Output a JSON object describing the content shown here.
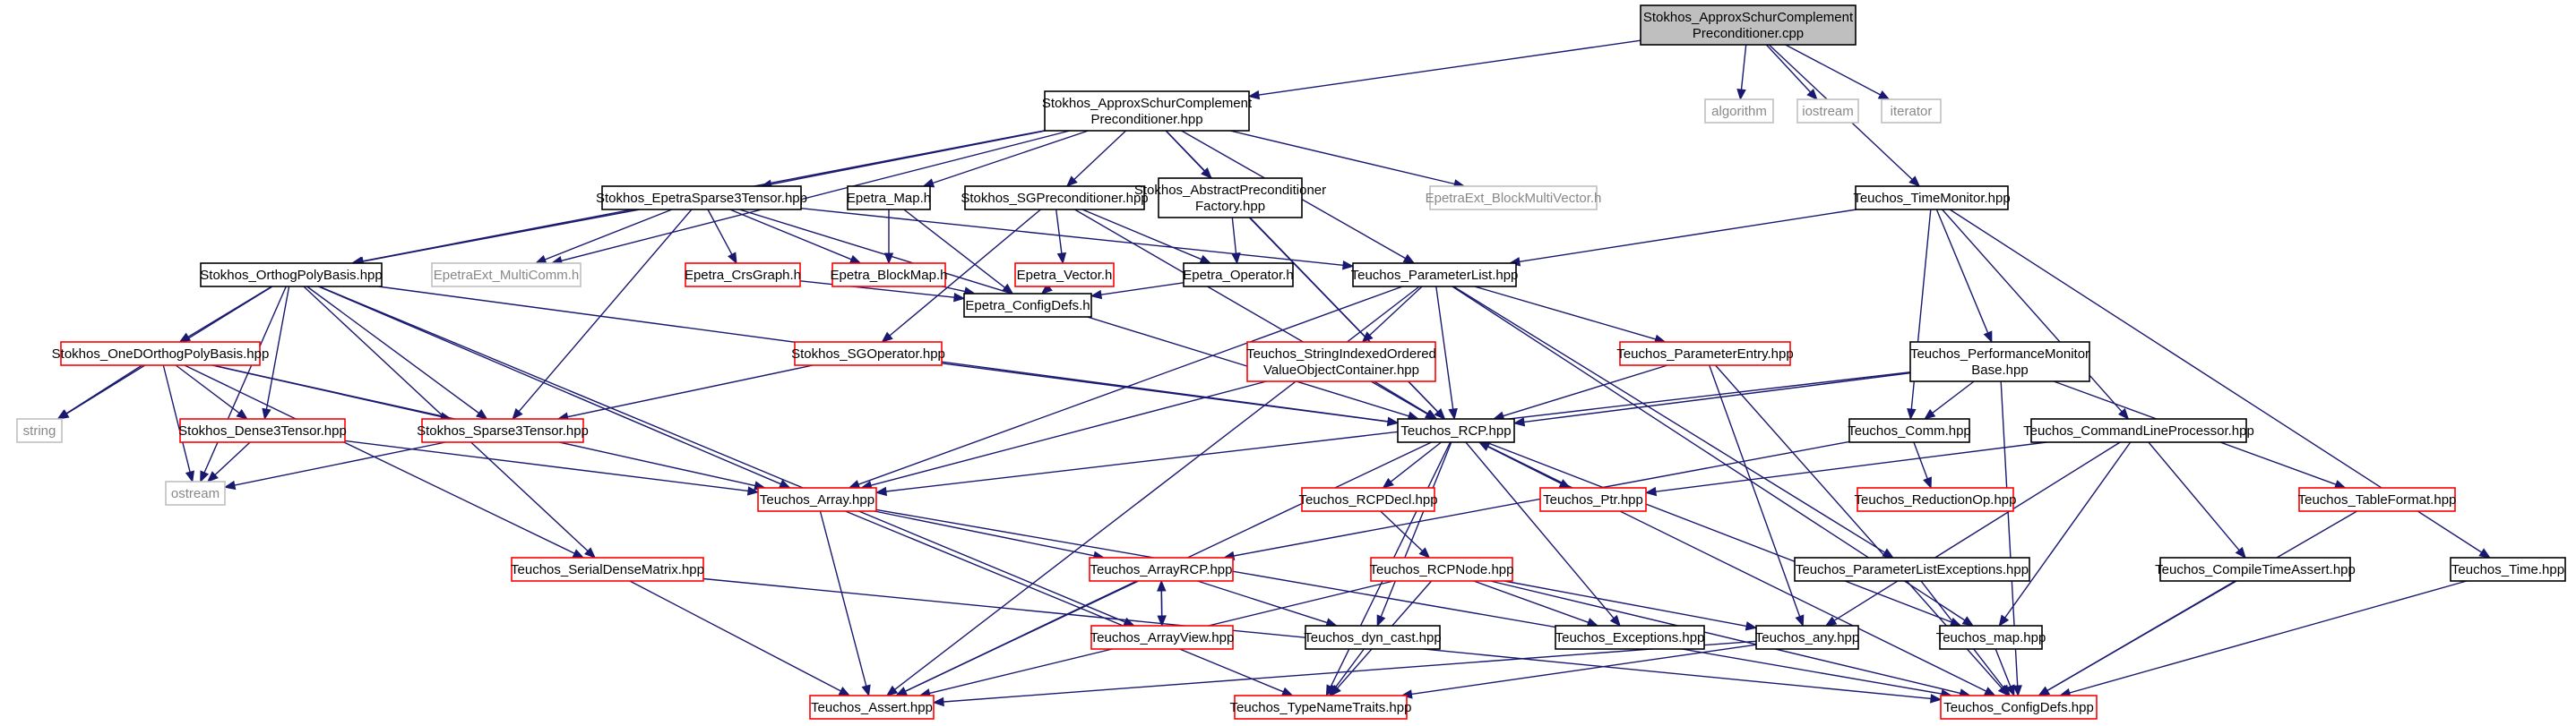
{
  "title": "",
  "colors": {
    "root_fill": "#bfbfbf",
    "root_border": "#000000",
    "documented_border": "#000000",
    "undocumented_border": "#ff0000",
    "external_border": "#bfbfbf",
    "external_text": "#888888",
    "edge": "#191970"
  },
  "nodes": [
    {
      "id": "root",
      "label": "Stokhos_ApproxSchurComplement\nPreconditioner.cpp",
      "kind": "root"
    },
    {
      "id": "hpp",
      "label": "Stokhos_ApproxSchurComplement\nPreconditioner.hpp",
      "kind": "doc"
    },
    {
      "id": "algorithm",
      "label": "algorithm",
      "kind": "ext"
    },
    {
      "id": "iostream",
      "label": "iostream",
      "kind": "ext"
    },
    {
      "id": "iterator",
      "label": "iterator",
      "kind": "ext"
    },
    {
      "id": "timemonitor",
      "label": "Teuchos_TimeMonitor.hpp",
      "kind": "doc"
    },
    {
      "id": "epsparse",
      "label": "Stokhos_EpetraSparse3Tensor.hpp",
      "kind": "doc"
    },
    {
      "id": "epmap",
      "label": "Epetra_Map.h",
      "kind": "doc"
    },
    {
      "id": "sgprec",
      "label": "Stokhos_SGPreconditioner.hpp",
      "kind": "doc"
    },
    {
      "id": "absprec",
      "label": "Stokhos_AbstractPreconditioner\nFactory.hpp",
      "kind": "doc"
    },
    {
      "id": "extblock",
      "label": "EpetraExt_BlockMultiVector.h",
      "kind": "ext"
    },
    {
      "id": "orthog",
      "label": "Stokhos_OrthogPolyBasis.hpp",
      "kind": "doc"
    },
    {
      "id": "multicomm",
      "label": "EpetraExt_MultiComm.h",
      "kind": "ext"
    },
    {
      "id": "crsgraph",
      "label": "Epetra_CrsGraph.h",
      "kind": "red"
    },
    {
      "id": "blockmap",
      "label": "Epetra_BlockMap.h",
      "kind": "red"
    },
    {
      "id": "epvector",
      "label": "Epetra_Vector.h",
      "kind": "red"
    },
    {
      "id": "epoperator",
      "label": "Epetra_Operator.h",
      "kind": "doc"
    },
    {
      "id": "paramlist",
      "label": "Teuchos_ParameterList.hpp",
      "kind": "doc"
    },
    {
      "id": "configdefs_ep",
      "label": "Epetra_ConfigDefs.h",
      "kind": "doc"
    },
    {
      "id": "oned",
      "label": "Stokhos_OneDOrthogPolyBasis.hpp",
      "kind": "red"
    },
    {
      "id": "sgoperator",
      "label": "Stokhos_SGOperator.hpp",
      "kind": "red"
    },
    {
      "id": "stringidx",
      "label": "Teuchos_StringIndexedOrdered\nValueObjectContainer.hpp",
      "kind": "red"
    },
    {
      "id": "paramentry",
      "label": "Teuchos_ParameterEntry.hpp",
      "kind": "red"
    },
    {
      "id": "perfmon",
      "label": "Teuchos_PerformanceMonitor\nBase.hpp",
      "kind": "doc"
    },
    {
      "id": "string",
      "label": "string",
      "kind": "ext"
    },
    {
      "id": "dense3",
      "label": "Stokhos_Dense3Tensor.hpp",
      "kind": "red"
    },
    {
      "id": "sparse3",
      "label": "Stokhos_Sparse3Tensor.hpp",
      "kind": "red"
    },
    {
      "id": "rcp",
      "label": "Teuchos_RCP.hpp",
      "kind": "doc"
    },
    {
      "id": "comm",
      "label": "Teuchos_Comm.hpp",
      "kind": "doc"
    },
    {
      "id": "cmdline",
      "label": "Teuchos_CommandLineProcessor.hpp",
      "kind": "doc"
    },
    {
      "id": "ostream",
      "label": "ostream",
      "kind": "ext"
    },
    {
      "id": "array",
      "label": "Teuchos_Array.hpp",
      "kind": "red"
    },
    {
      "id": "rcpdecl",
      "label": "Teuchos_RCPDecl.hpp",
      "kind": "red"
    },
    {
      "id": "ptr",
      "label": "Teuchos_Ptr.hpp",
      "kind": "red"
    },
    {
      "id": "reductionop",
      "label": "Teuchos_ReductionOp.hpp",
      "kind": "red"
    },
    {
      "id": "tableformat",
      "label": "Teuchos_TableFormat.hpp",
      "kind": "red"
    },
    {
      "id": "serialdense",
      "label": "Teuchos_SerialDenseMatrix.hpp",
      "kind": "red"
    },
    {
      "id": "arrayrcp",
      "label": "Teuchos_ArrayRCP.hpp",
      "kind": "red"
    },
    {
      "id": "rcpnode",
      "label": "Teuchos_RCPNode.hpp",
      "kind": "red"
    },
    {
      "id": "plexc",
      "label": "Teuchos_ParameterListExceptions.hpp",
      "kind": "doc"
    },
    {
      "id": "compiletime",
      "label": "Teuchos_CompileTimeAssert.hpp",
      "kind": "doc"
    },
    {
      "id": "time",
      "label": "Teuchos_Time.hpp",
      "kind": "doc"
    },
    {
      "id": "arrayview",
      "label": "Teuchos_ArrayView.hpp",
      "kind": "red"
    },
    {
      "id": "dyncast",
      "label": "Teuchos_dyn_cast.hpp",
      "kind": "doc"
    },
    {
      "id": "exceptions",
      "label": "Teuchos_Exceptions.hpp",
      "kind": "doc"
    },
    {
      "id": "any",
      "label": "Teuchos_any.hpp",
      "kind": "doc"
    },
    {
      "id": "map",
      "label": "Teuchos_map.hpp",
      "kind": "doc"
    },
    {
      "id": "assert",
      "label": "Teuchos_Assert.hpp",
      "kind": "red"
    },
    {
      "id": "typenametraits",
      "label": "Teuchos_TypeNameTraits.hpp",
      "kind": "red"
    },
    {
      "id": "configdefs",
      "label": "Teuchos_ConfigDefs.hpp",
      "kind": "red"
    }
  ],
  "edges": [
    [
      "root",
      "hpp"
    ],
    [
      "root",
      "algorithm"
    ],
    [
      "root",
      "iostream"
    ],
    [
      "root",
      "iterator"
    ],
    [
      "root",
      "timemonitor"
    ],
    [
      "hpp",
      "epsparse"
    ],
    [
      "hpp",
      "epmap"
    ],
    [
      "hpp",
      "sgprec"
    ],
    [
      "hpp",
      "absprec"
    ],
    [
      "hpp",
      "extblock"
    ],
    [
      "hpp",
      "orthog"
    ],
    [
      "hpp",
      "multicomm"
    ],
    [
      "hpp",
      "paramlist"
    ],
    [
      "hpp",
      "rcp"
    ],
    [
      "epsparse",
      "orthog"
    ],
    [
      "epsparse",
      "multicomm"
    ],
    [
      "epsparse",
      "crsgraph"
    ],
    [
      "epsparse",
      "blockmap"
    ],
    [
      "epsparse",
      "paramlist"
    ],
    [
      "epsparse",
      "sparse3"
    ],
    [
      "epsparse",
      "rcp"
    ],
    [
      "epmap",
      "blockmap"
    ],
    [
      "epmap",
      "configdefs_ep"
    ],
    [
      "sgprec",
      "epvector"
    ],
    [
      "sgprec",
      "epoperator"
    ],
    [
      "sgprec",
      "sgoperator"
    ],
    [
      "sgprec",
      "rcp"
    ],
    [
      "absprec",
      "epoperator"
    ],
    [
      "absprec",
      "rcp"
    ],
    [
      "crsgraph",
      "configdefs_ep"
    ],
    [
      "blockmap",
      "configdefs_ep"
    ],
    [
      "epvector",
      "configdefs_ep"
    ],
    [
      "epoperator",
      "configdefs_ep"
    ],
    [
      "orthog",
      "oned"
    ],
    [
      "orthog",
      "string"
    ],
    [
      "orthog",
      "dense3"
    ],
    [
      "orthog",
      "sparse3"
    ],
    [
      "orthog",
      "ostream"
    ],
    [
      "orthog",
      "array"
    ],
    [
      "orthog",
      "serialdense"
    ],
    [
      "orthog",
      "arrayview"
    ],
    [
      "orthog",
      "rcp"
    ],
    [
      "oned",
      "string"
    ],
    [
      "oned",
      "dense3"
    ],
    [
      "oned",
      "sparse3"
    ],
    [
      "oned",
      "ostream"
    ],
    [
      "oned",
      "array"
    ],
    [
      "oned",
      "serialdense"
    ],
    [
      "dense3",
      "ostream"
    ],
    [
      "dense3",
      "array"
    ],
    [
      "sparse3",
      "ostream"
    ],
    [
      "sgoperator",
      "sparse3"
    ],
    [
      "sgoperator",
      "rcp"
    ],
    [
      "timemonitor",
      "paramlist"
    ],
    [
      "timemonitor",
      "perfmon"
    ],
    [
      "timemonitor",
      "comm"
    ],
    [
      "timemonitor",
      "cmdline"
    ],
    [
      "timemonitor",
      "time"
    ],
    [
      "paramlist",
      "stringidx"
    ],
    [
      "paramlist",
      "paramentry"
    ],
    [
      "paramlist",
      "rcp"
    ],
    [
      "paramlist",
      "array"
    ],
    [
      "paramlist",
      "plexc"
    ],
    [
      "paramlist",
      "map"
    ],
    [
      "paramlist",
      "assert"
    ],
    [
      "stringidx",
      "array"
    ],
    [
      "stringidx",
      "rcp"
    ],
    [
      "paramentry",
      "rcp"
    ],
    [
      "paramentry",
      "any"
    ],
    [
      "paramentry",
      "configdefs"
    ],
    [
      "perfmon",
      "rcp"
    ],
    [
      "perfmon",
      "comm"
    ],
    [
      "perfmon",
      "tableformat"
    ],
    [
      "perfmon",
      "array"
    ],
    [
      "perfmon",
      "configdefs"
    ],
    [
      "comm",
      "reductionop"
    ],
    [
      "comm",
      "arrayrcp"
    ],
    [
      "cmdline",
      "ptr"
    ],
    [
      "cmdline",
      "compiletime"
    ],
    [
      "cmdline",
      "map"
    ],
    [
      "cmdline",
      "any"
    ],
    [
      "rcp",
      "rcpdecl"
    ],
    [
      "rcp",
      "ptr"
    ],
    [
      "rcp",
      "dyncast"
    ],
    [
      "rcp",
      "exceptions"
    ],
    [
      "rcp",
      "map"
    ],
    [
      "rcp",
      "assert"
    ],
    [
      "rcp",
      "typenametraits"
    ],
    [
      "rcp",
      "configdefs"
    ],
    [
      "ptr",
      "rcp"
    ],
    [
      "rcpdecl",
      "rcpnode"
    ],
    [
      "rcpnode",
      "exceptions"
    ],
    [
      "rcpnode",
      "any"
    ],
    [
      "rcpnode",
      "assert"
    ],
    [
      "rcpnode",
      "typenametraits"
    ],
    [
      "rcpnode",
      "configdefs"
    ],
    [
      "array",
      "arrayrcp"
    ],
    [
      "array",
      "assert"
    ],
    [
      "array",
      "typenametraits"
    ],
    [
      "array",
      "configdefs"
    ],
    [
      "arrayrcp",
      "arrayview"
    ],
    [
      "arrayrcp",
      "dyncast"
    ],
    [
      "arrayrcp",
      "assert"
    ],
    [
      "arrayview",
      "arrayrcp"
    ],
    [
      "serialdense",
      "assert"
    ],
    [
      "serialdense",
      "configdefs"
    ],
    [
      "dyncast",
      "typenametraits"
    ],
    [
      "any",
      "assert"
    ],
    [
      "any",
      "typenametraits"
    ],
    [
      "map",
      "configdefs"
    ],
    [
      "plexc",
      "configdefs"
    ],
    [
      "compiletime",
      "configdefs"
    ],
    [
      "tableformat",
      "configdefs"
    ],
    [
      "time",
      "configdefs"
    ]
  ]
}
